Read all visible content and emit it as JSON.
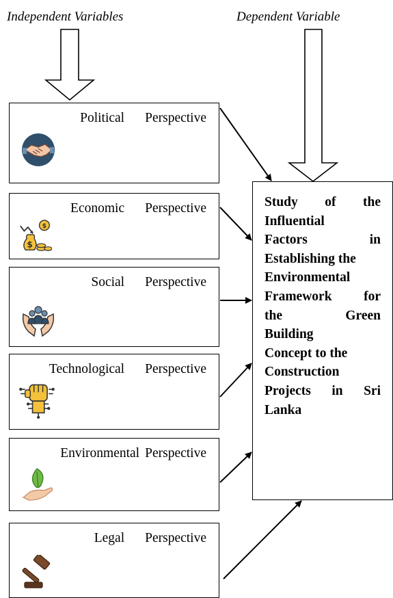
{
  "headers": {
    "independent": "Independent Variables",
    "dependent": "Dependent Variable"
  },
  "perspectives": [
    {
      "word1": "Political",
      "word2": "Perspective",
      "icon": "handshake-icon"
    },
    {
      "word1": "Economic",
      "word2": "Perspective",
      "icon": "money-bag-coins-icon"
    },
    {
      "word1": "Social",
      "word2": "Perspective",
      "icon": "hands-holding-people-icon"
    },
    {
      "word1": "Technological",
      "word2": "Perspective",
      "icon": "fist-circuit-icon"
    },
    {
      "word1": "Environmental",
      "word2": "Perspective",
      "icon": "hand-leaf-icon"
    },
    {
      "word1": "Legal",
      "word2": "Perspective",
      "icon": "gavel-icon"
    }
  ],
  "dependent_box": {
    "lines": [
      [
        "Study",
        "of",
        "the"
      ],
      [
        "Influential"
      ],
      [
        "Factors",
        "in"
      ],
      [
        "Establishing the"
      ],
      [
        "Environmental"
      ],
      [
        "Framework",
        "for"
      ],
      [
        "the",
        "Green"
      ],
      [
        "Building"
      ],
      [
        "Concept to the"
      ],
      [
        "Construction"
      ],
      [
        "Projects",
        "in",
        "Sri"
      ],
      [
        "Lanka"
      ]
    ]
  },
  "colors": {
    "handshake_bg": "#2f4f6b",
    "handshake_skin": "#f2c6a8",
    "money_gold": "#f3c13a",
    "leaf_green": "#6dbb45",
    "hand_skin": "#f4c9a6",
    "gavel_brown": "#7a4a2a"
  }
}
